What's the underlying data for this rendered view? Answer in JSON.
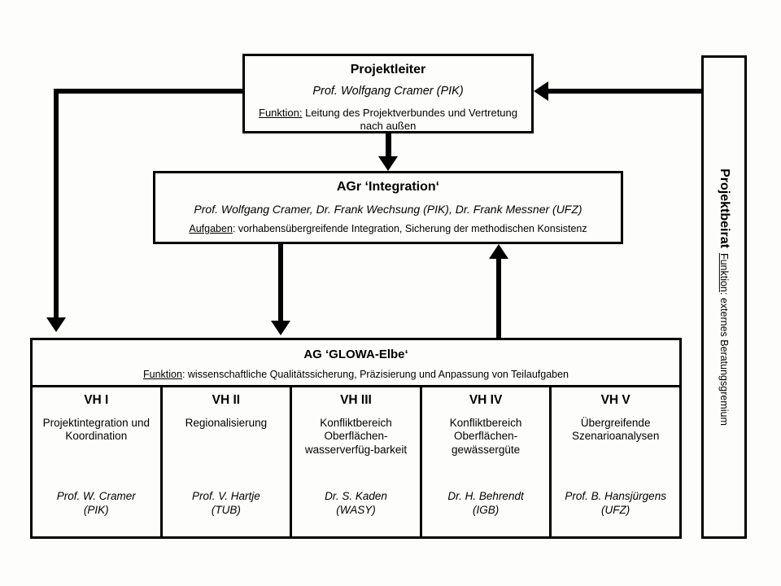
{
  "diagram": {
    "background_color": "#fdfdfb",
    "line_color": "#000000"
  },
  "projektleiter": {
    "title": "Projektleiter",
    "people": "Prof. Wolfgang Cramer (PIK)",
    "function_label": "Funktion:",
    "function_text": " Leitung des Projektverbundes und Vertretung nach außen"
  },
  "agr_integration": {
    "title": "AGr ‘Integration‘",
    "people": "Prof. Wolfgang Cramer, Dr. Frank Wechsung (PIK), Dr. Frank Messner (UFZ)",
    "function_label": "Aufgaben",
    "function_text": ": vorhabensübergreifende Integration, Sicherung der methodischen Konsistenz"
  },
  "ag_glowa": {
    "title": "AG ‘GLOWA-Elbe‘",
    "function_label": "Funktion",
    "function_text": ": wissenschaftliche Qualitätssicherung, Präzisierung und Anpassung von Teilaufgaben",
    "columns": [
      {
        "title": "VH I",
        "description": "Projektintegration und Koordination",
        "person": "Prof. W. Cramer",
        "institute": "(PIK)"
      },
      {
        "title": "VH II",
        "description": "Regionalisierung",
        "person": "Prof. V. Hartje",
        "institute": "(TUB)"
      },
      {
        "title": "VH III",
        "description": "Konfliktbereich Oberflächen-wasserverfüg-barkeit",
        "person": "Dr. S. Kaden",
        "institute": "(WASY)"
      },
      {
        "title": "VH IV",
        "description": "Konfliktbereich Oberflächen-gewässergüte",
        "person": "Dr. H. Behrendt",
        "institute": "(IGB)"
      },
      {
        "title": "VH V",
        "description": "Übergreifende Szenarioanalysen",
        "person": "Prof. B. Hansjürgens",
        "institute": "(UFZ)"
      }
    ]
  },
  "projektbeirat": {
    "title": "Projektbeirat",
    "function_label": "Funktion",
    "function_text": ": externes Beratungsgremium"
  }
}
